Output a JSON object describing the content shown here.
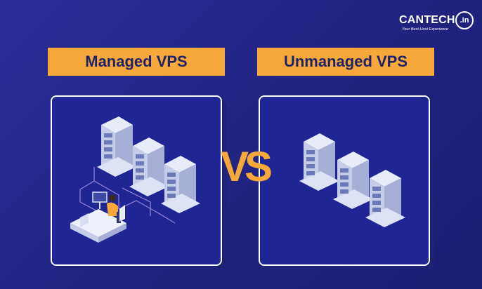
{
  "brand": {
    "name": "CANTECH",
    "suffix": ".in",
    "tagline": "Your Best-Host Experience"
  },
  "labels": {
    "left": "Managed VPS",
    "right": "Unmanaged VPS"
  },
  "versus": "VS",
  "colors": {
    "background": "#24268c",
    "accent": "#f6a83a",
    "panel": "#1f2593",
    "label_text": "#1f2265"
  },
  "illustrations": {
    "left": "server-racks-with-admin-icon",
    "right": "server-racks-icon"
  }
}
